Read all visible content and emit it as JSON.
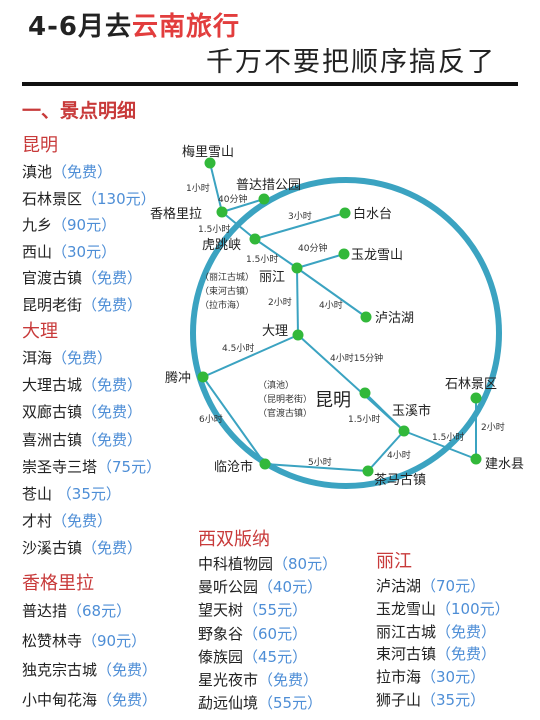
{
  "header": {
    "title_prefix": "4-6月去",
    "title_highlight": "云南旅行",
    "title2": "千万不要把顺序搞反了",
    "section": "一、景点明细"
  },
  "colors": {
    "accent_red": "#e23d3d",
    "price_blue": "#4e8ed6",
    "route_circle": "#3ba3c1",
    "node_green": "#32b83a"
  },
  "lists": {
    "kunming": {
      "header": "昆明",
      "items": [
        {
          "name": "滇池",
          "price": "（免费）"
        },
        {
          "name": "石林景区",
          "price": "（130元）"
        },
        {
          "name": "九乡",
          "price": "（90元）"
        },
        {
          "name": "西山",
          "price": "（30元）"
        },
        {
          "name": "官渡古镇",
          "price": "（免费）"
        },
        {
          "name": "昆明老街",
          "price": "（免费）"
        }
      ]
    },
    "dali": {
      "header": "大理",
      "items": [
        {
          "name": "洱海",
          "price": "（免费）"
        },
        {
          "name": "大理古城",
          "price": "（免费）"
        },
        {
          "name": "双廊古镇",
          "price": "（免费）"
        },
        {
          "name": "喜洲古镇",
          "price": "（免费）"
        },
        {
          "name": "崇圣寺三塔",
          "price": "（75元）"
        },
        {
          "name": "苍山",
          "price": " （35元）"
        },
        {
          "name": "才村",
          "price": "（免费）"
        },
        {
          "name": "沙溪古镇",
          "price": "（免费）"
        }
      ]
    },
    "xianggelila": {
      "header": "香格里拉",
      "items": [
        {
          "name": "普达措",
          "price": "（68元）"
        },
        {
          "name": "松赞林寺",
          "price": "（90元）"
        },
        {
          "name": "独克宗古城",
          "price": "（免费）"
        },
        {
          "name": "小中甸花海",
          "price": "（免费）"
        }
      ]
    },
    "xishuangbanna": {
      "header": "西双版纳",
      "items": [
        {
          "name": "中科植物园",
          "price": "（80元）"
        },
        {
          "name": "曼听公园",
          "price": "（40元）"
        },
        {
          "name": "望天树",
          "price": "（55元）"
        },
        {
          "name": "野象谷",
          "price": "（60元）"
        },
        {
          "name": "傣族园",
          "price": "（45元）"
        },
        {
          "name": "星光夜市",
          "price": "（免费）"
        },
        {
          "name": "勐远仙境",
          "price": "（55元）"
        }
      ]
    },
    "lijiang": {
      "header": "丽江",
      "items": [
        {
          "name": "泸沽湖",
          "price": "（70元）"
        },
        {
          "name": "玉龙雪山",
          "price": "（100元）"
        },
        {
          "name": "丽江古城",
          "price": "（免费）"
        },
        {
          "name": "束河古镇",
          "price": "（免费）"
        },
        {
          "name": "拉市海",
          "price": "（30元）"
        },
        {
          "name": "狮子山",
          "price": "（35元）"
        }
      ]
    }
  },
  "map": {
    "places": {
      "meili": "梅里雪山",
      "pudacuo": "普达措公园",
      "xianggelila": "香格里拉",
      "baishuitai": "白水台",
      "hutiaoxia": "虎跳峡",
      "yulong": "玉龙雪山",
      "lijiang": "丽江",
      "luguhu": "泸沽湖",
      "dali": "大理",
      "tengchong": "腾冲",
      "kunming": "昆明",
      "shilin": "石林景区",
      "yuxi": "玉溪市",
      "jianshui": "建水县",
      "lincang": "临沧市",
      "chama": "茶马古镇"
    },
    "edges": {
      "meili_xgll": "1小时",
      "pdc_xgll": "40分钟",
      "xgll_htx": "1.5小时",
      "htx_bst": "3小时",
      "htx_lj": "1.5小时",
      "lj_yl": "40分钟",
      "lj_dl": "2小时",
      "lj_lgh": "4小时",
      "dl_tc": "4.5小时",
      "dl_yx": "4小时15分钟",
      "tc_lc": "6小时",
      "yx_km": "1.5小时",
      "yx_js": "1.5小时",
      "sl_js": "2小时",
      "yx_cm": "4小时",
      "lc_cm": "5小时"
    },
    "notes": {
      "lijiang": [
        "（丽江古城）",
        "（束河古镇）",
        "（拉市海）"
      ],
      "kunming": [
        "（滇池）",
        "（昆明老街）",
        "（官渡古镇）"
      ]
    }
  }
}
